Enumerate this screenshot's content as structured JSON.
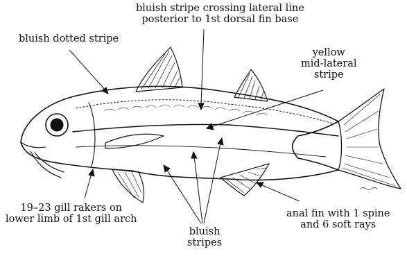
{
  "labels": {
    "dotted_stripe": {
      "lines": [
        "bluish dotted  stripe"
      ]
    },
    "crossing_stripe": {
      "lines": [
        "bluish stripe crossing lateral line",
        "posterior to 1st dorsal fin base"
      ]
    },
    "yellow_stripe": {
      "lines": [
        "yellow",
        "mid-lateral",
        "stripe"
      ]
    },
    "gill_rakers": {
      "lines": [
        "19–23 gill rakers on",
        "lower limb of 1st gill arch"
      ]
    },
    "bluish_stripes": {
      "lines": [
        "bluish",
        "stripes"
      ]
    },
    "anal_fin": {
      "lines": [
        "anal fin with 1 spine",
        "and 6 soft rays"
      ]
    }
  },
  "colors": {
    "ink": "#111111",
    "background": "#ffffff"
  }
}
